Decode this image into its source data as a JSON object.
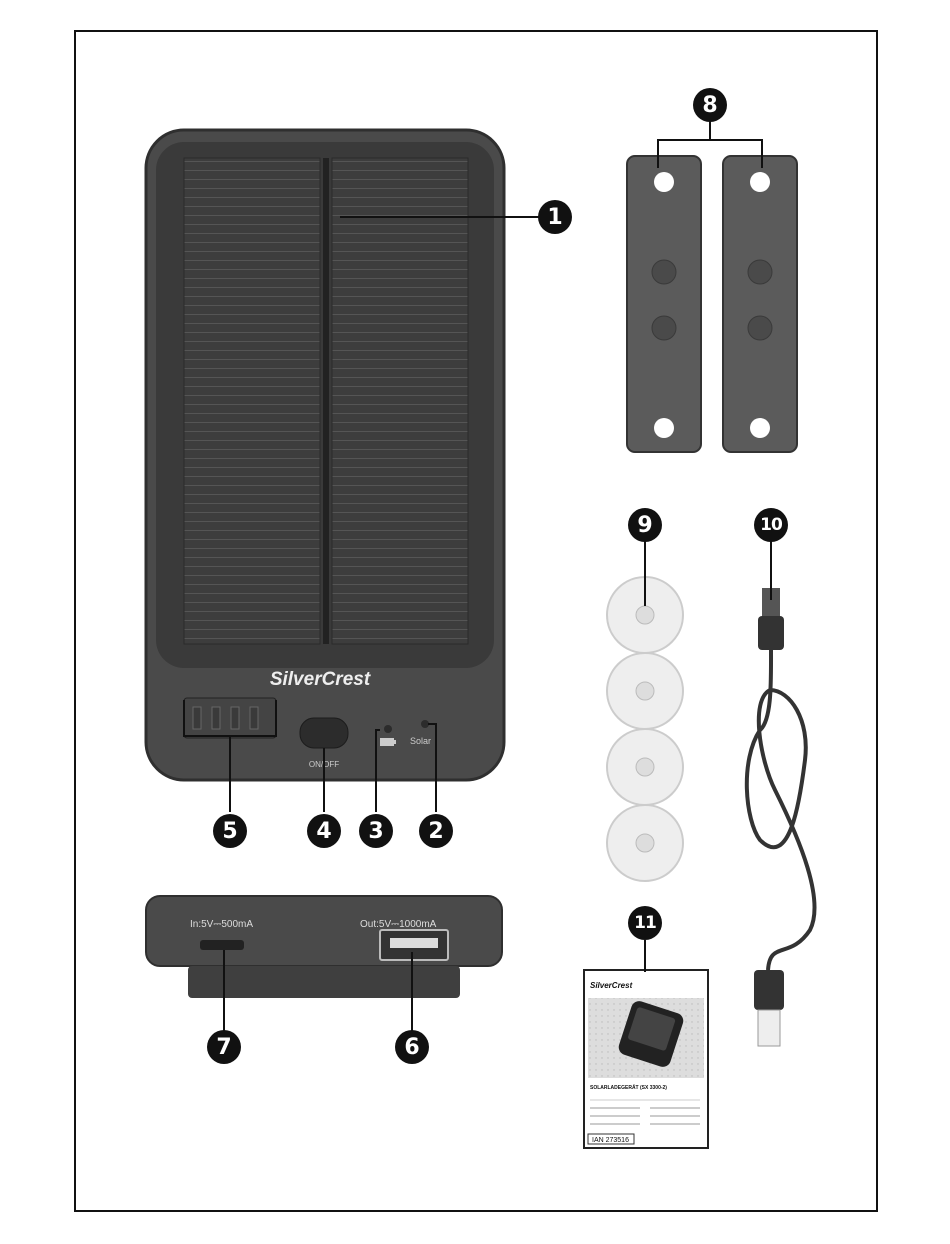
{
  "device": {
    "brand": "SilverCrest",
    "button_label": "ON/OFF",
    "solar_label": "Solar"
  },
  "side_view": {
    "input_label": "In:5V⎓500mA",
    "output_label": "Out:5V⎓1000mA"
  },
  "manual": {
    "brand": "SilverCrest",
    "title": "SOLARLADEGERÄT (SX 3300-2)",
    "ian": "IAN 273516"
  },
  "callouts": [
    "1",
    "2",
    "3",
    "4",
    "5",
    "6",
    "7",
    "8",
    "9",
    "10",
    "11"
  ],
  "icons": {
    "battery": "battery-icon",
    "usb": "usb-plug-icon"
  },
  "colors": {
    "frame": "#111111",
    "device_body": "#4a4a4a",
    "solar_panel": "#3a3a3a",
    "bracket": "#5b5b5b",
    "suction_cup": "#eeeeee"
  }
}
